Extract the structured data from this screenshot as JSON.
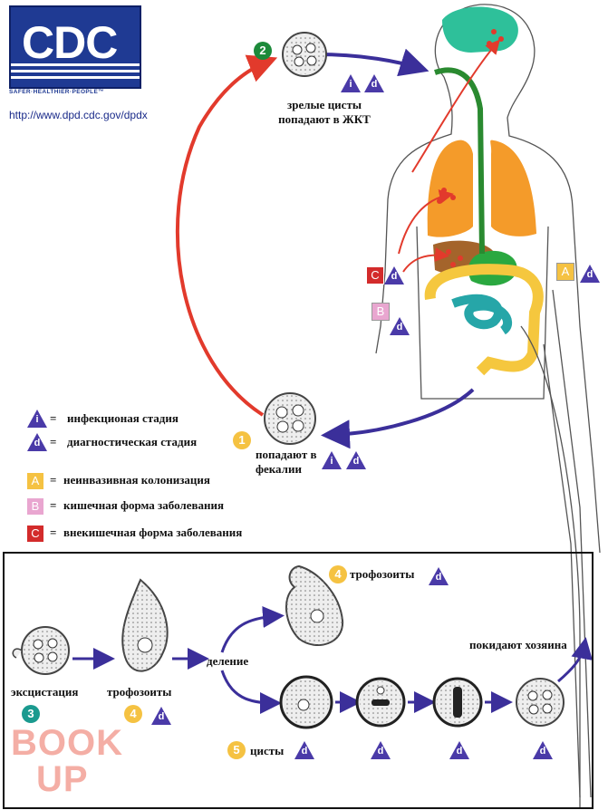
{
  "logo": {
    "name": "CDC",
    "tagline": "SAFER·HEALTHIER·PEOPLE™",
    "url": "http://www.dpd.cdc.gov/dpdx"
  },
  "labels": {
    "mature_cysts": "зрелые цисты попадают в ЖКТ",
    "feces": "попадают в фекалии",
    "excystation": "эксцистация",
    "trophozoites_1": "трофозоиты",
    "division": "деление",
    "trophozoites_2": "трофозоиты",
    "leave_host": "покидают хозяина",
    "cysts": "цисты"
  },
  "stage_numbers": {
    "n1": "1",
    "n2": "2",
    "n3": "3",
    "n4a": "4",
    "n4b": "4",
    "n5": "5"
  },
  "stage_marks": {
    "i": "i",
    "d": "d",
    "A": "A",
    "B": "B",
    "C": "C"
  },
  "legend": [
    {
      "symbol": "i",
      "text": "инфекционая стадия"
    },
    {
      "symbol": "d",
      "text": "диагностическая стадия"
    },
    {
      "symbol": "A",
      "text": "неинвазивная колонизация"
    },
    {
      "symbol": "B",
      "text": "кишечная форма заболевания"
    },
    {
      "symbol": "C",
      "text": "внекишечная форма заболевания"
    }
  ],
  "legend_eq": "=",
  "watermark": {
    "line1": "BOOK",
    "line2": "UP"
  },
  "colors": {
    "arrow_red": "#e23a2c",
    "arrow_blue": "#3b2f9a",
    "triangle": "#4a3aa8",
    "num_green": "#1c8a3a",
    "num_yellow": "#f5c242",
    "num_teal": "#1a9a8f",
    "sq_A": "#f5c242",
    "sq_B": "#e9a6d0",
    "sq_C": "#d32b2b",
    "brain": "#2ec09a",
    "lung": "#f49b2a",
    "liver": "#a4642b",
    "stomach": "#2aa840",
    "colon": "#f5c73e",
    "small_intestine": "#26a6a8"
  }
}
